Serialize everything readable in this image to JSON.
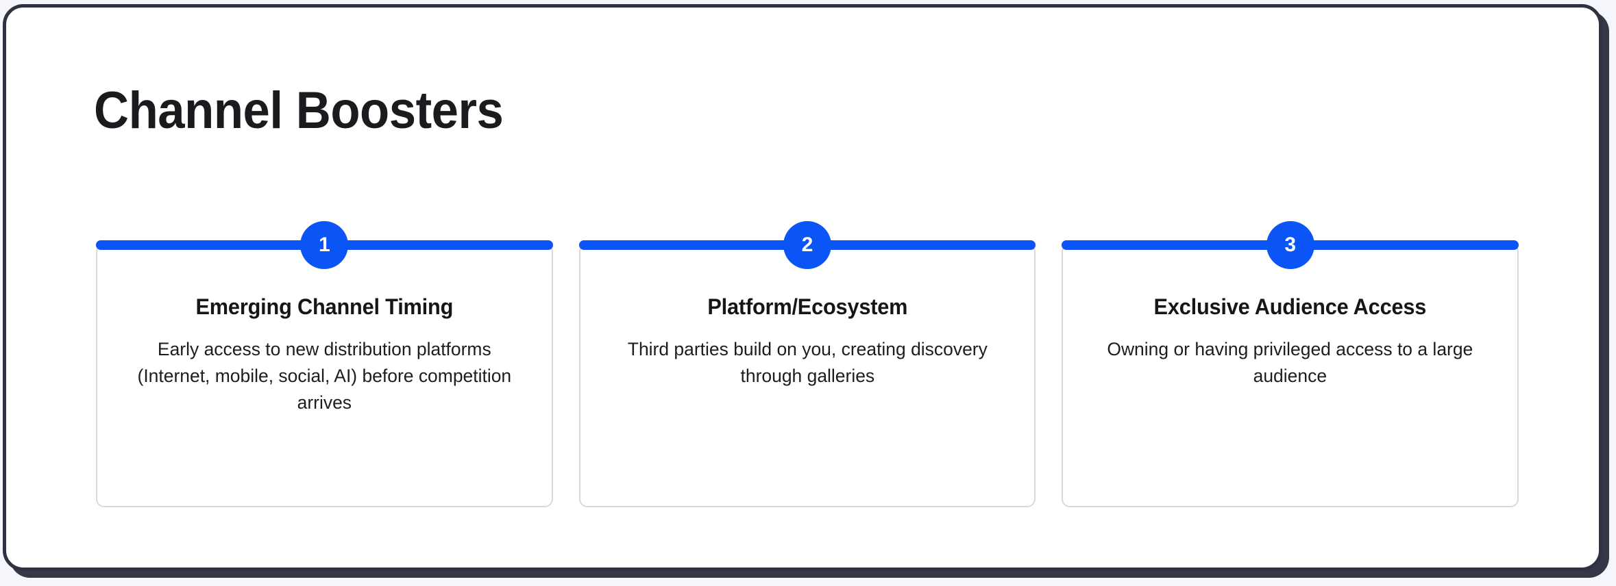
{
  "page": {
    "title": "Channel Boosters",
    "background_color": "#f4f6fb",
    "frame_border_color": "#2f3240",
    "accent_color": "#0b54f5",
    "card_border_color": "#ded6da",
    "title_color": "#1b1b1f",
    "body_text_color": "#1d1d20"
  },
  "cards": [
    {
      "number": "1",
      "title": "Emerging Channel Timing",
      "description": "Early access to new distribution platforms (Internet, mobile, social, AI) before competition arrives"
    },
    {
      "number": "2",
      "title": "Platform/Ecosystem",
      "description": "Third parties build on you, creating discovery through galleries"
    },
    {
      "number": "3",
      "title": "Exclusive Audience Access",
      "description": "Owning or having privileged access to a large audience"
    }
  ]
}
